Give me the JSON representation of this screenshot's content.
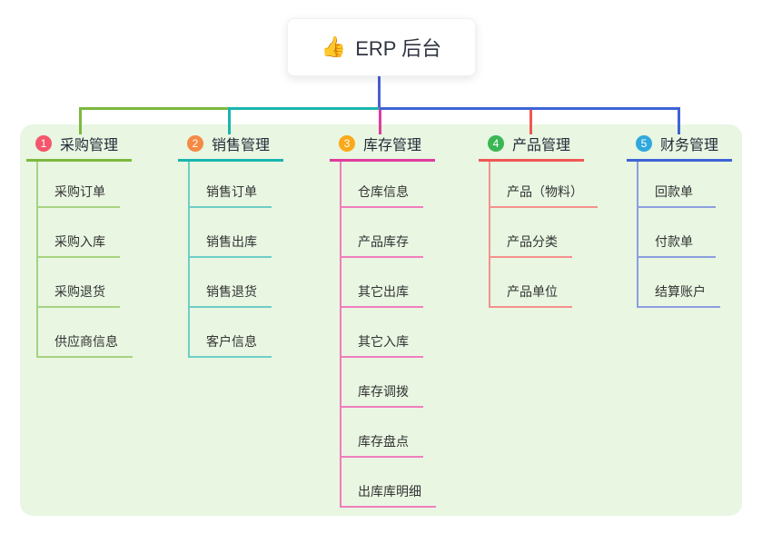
{
  "root": {
    "icon": "👍",
    "label": "ERP 后台"
  },
  "branches": [
    {
      "badge": "1",
      "title": "采购管理",
      "color": "#7cb93e",
      "light_color": "#a8d382",
      "badge_color": "#f4566c",
      "items": [
        "采购订单",
        "采购入库",
        "采购退货",
        "供应商信息"
      ]
    },
    {
      "badge": "2",
      "title": "销售管理",
      "color": "#1ab5ae",
      "light_color": "#6fcec5",
      "badge_color": "#f58a44",
      "items": [
        "销售订单",
        "销售出库",
        "销售退货",
        "客户信息"
      ]
    },
    {
      "badge": "3",
      "title": "库存管理",
      "color": "#df3c9c",
      "light_color": "#f07ebe",
      "badge_color": "#fba919",
      "items": [
        "仓库信息",
        "产品库存",
        "其它出库",
        "其它入库",
        "库存调拨",
        "库存盘点",
        "出库库明细"
      ]
    },
    {
      "badge": "4",
      "title": "产品管理",
      "color": "#f25753",
      "light_color": "#f5918d",
      "badge_color": "#3bb655",
      "items": [
        "产品（物料）",
        "产品分类",
        "产品单位"
      ]
    },
    {
      "badge": "5",
      "title": "财务管理",
      "color": "#3e63d6",
      "light_color": "#8c9edf",
      "badge_color": "#30a8dc",
      "items": [
        "回款单",
        "付款单",
        "结算账户"
      ]
    }
  ],
  "colors": {
    "panel_bg": "#e8f6e2",
    "root_line": "#4a5fd3",
    "text": "#333333"
  }
}
